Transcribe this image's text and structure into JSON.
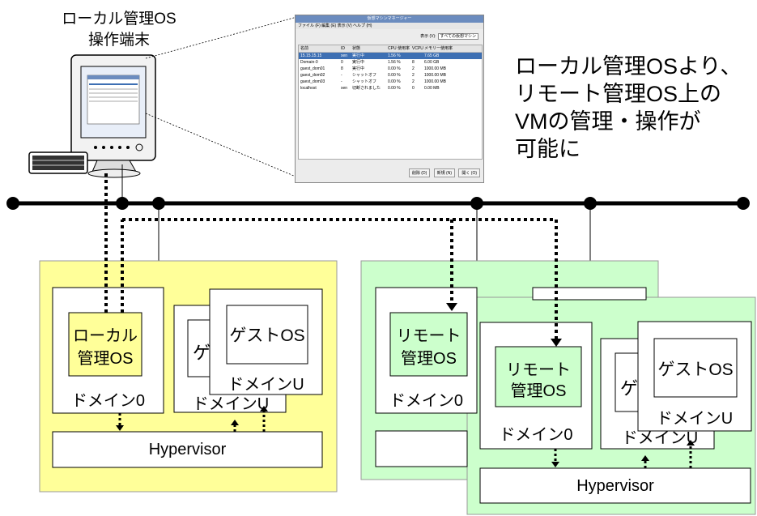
{
  "terminal": {
    "label_line1": "ローカル管理OS",
    "label_line2": "操作端末"
  },
  "caption": [
    "ローカル管理OSより、",
    "リモート管理OS上の",
    "VMの管理・操作が",
    "可能に"
  ],
  "window": {
    "title": "仮想マシンマネージャー",
    "menu": "ファイル (F)   編集 (E)   表示 (V)   ヘルプ (H)",
    "view_label": "表示 (V):",
    "view_value": "すべての仮想マシン",
    "columns": [
      "名前",
      "ID",
      "状態",
      "CPU 使用率",
      "VCPU",
      "メモリー使用率"
    ],
    "rows": [
      [
        "15.15.15.15",
        "xen",
        "実行中",
        "1.56 %",
        "",
        "7.65 GB"
      ],
      [
        "Domain-0",
        "0",
        "実行中",
        "1.56 %",
        "8",
        "6.00 GB"
      ],
      [
        "guest_dom01",
        "8",
        "実行中",
        "0.00 %",
        "2",
        "1000.00 MB"
      ],
      [
        "guest_dom02",
        "-",
        "シャットオフ",
        "0.00 %",
        "2",
        "1000.00 MB"
      ],
      [
        "guest_dom03",
        "-",
        "シャットオフ",
        "0.00 %",
        "2",
        "1000.00 MB"
      ],
      [
        "localhost",
        "xen",
        "切断されました",
        "0.00 %",
        "0",
        "0.00 MB"
      ]
    ],
    "buttons": [
      "削除 (D)",
      "新規 (N)",
      "開く (O)"
    ]
  },
  "host_local": {
    "mgmt_os_line1": "ローカル",
    "mgmt_os_line2": "管理OS",
    "dom0_label": "ドメイン0",
    "guest_os": "ゲストOS",
    "domU_label": "ドメインU",
    "domU_back_fragment": "ドメインU",
    "guest_back_fragment": "ゲ",
    "hypervisor": "Hypervisor"
  },
  "host_remote_back": {
    "mgmt_os_line1": "リモート",
    "mgmt_os_line2": "管理OS",
    "dom0_label": "ドメイン0"
  },
  "host_remote_front": {
    "mgmt_os_line1": "リモート",
    "mgmt_os_line2": "管理OS",
    "dom0_label": "ドメイン0",
    "guest_os": "ゲストOS",
    "domU_label": "ドメインU",
    "domU_back_fragment": "ドメインU",
    "guest_back_fragment": "ゲ",
    "hypervisor": "Hypervisor"
  },
  "colors": {
    "local_host": "#ffff99",
    "remote_host": "#ccffcc",
    "line": "#000000"
  }
}
